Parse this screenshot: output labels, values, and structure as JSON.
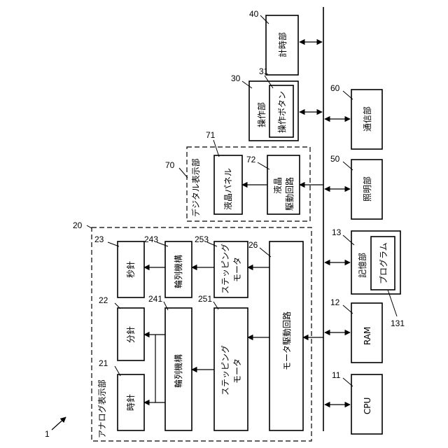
{
  "diagram": {
    "ref_system": "1",
    "analog": {
      "ref": "20",
      "label": "アナログ表示部"
    },
    "hour_hand": {
      "ref": "21",
      "label": "時針"
    },
    "minute_hand": {
      "ref": "22",
      "label": "分針"
    },
    "second_hand": {
      "ref": "23",
      "label": "秒針"
    },
    "gear_train_1": {
      "ref": "241",
      "label": "輪列機構"
    },
    "gear_train_2": {
      "ref": "243",
      "label": "輪列機構"
    },
    "stepper_1": {
      "ref": "251",
      "label_line1": "ステッピング",
      "label_line2": "モータ"
    },
    "stepper_2": {
      "ref": "253",
      "label_line1": "ステッピング",
      "label_line2": "モータ"
    },
    "motor_drive": {
      "ref": "26",
      "label": "モータ駆動回路"
    },
    "digital": {
      "ref": "70",
      "label": "デジタル表示部"
    },
    "lcd_panel": {
      "ref": "71",
      "label": "液晶パネル"
    },
    "lcd_drive": {
      "ref": "72",
      "label_line1": "液晶",
      "label_line2": "駆動回路"
    },
    "clock": {
      "ref": "40",
      "label": "計時部"
    },
    "operation": {
      "ref": "30",
      "label": "操作部"
    },
    "operation_button": {
      "ref": "31",
      "label": "操作ボタン"
    },
    "comm": {
      "ref": "60",
      "label": "通信部"
    },
    "lighting": {
      "ref": "50",
      "label": "照明部"
    },
    "storage": {
      "ref": "13",
      "label": "記憶部"
    },
    "program": {
      "ref": "131",
      "label": "プログラム"
    },
    "ram": {
      "ref": "12",
      "label": "RAM"
    },
    "cpu": {
      "ref": "11",
      "label": "CPU"
    }
  }
}
